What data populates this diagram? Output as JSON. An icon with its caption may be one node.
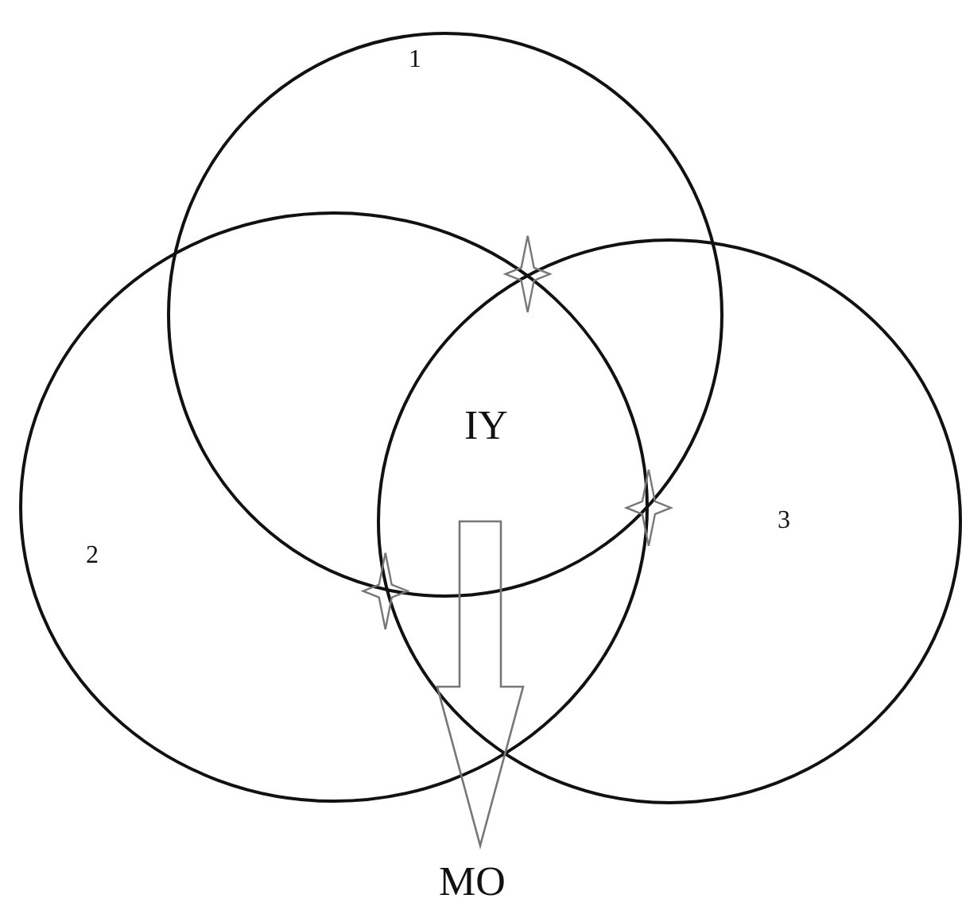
{
  "diagram": {
    "nodes": [
      {
        "text": [
          "1"
        ]
      },
      {
        "text": [
          "2"
        ]
      },
      {
        "text": [
          "3"
        ]
      },
      {
        "text": [
          "IY"
        ]
      },
      {
        "text": [
          "MO"
        ]
      }
    ],
    "edges": [
      {
        "from": 3,
        "to": 4,
        "arrow": "to"
      },
      {
        "from": 1,
        "to": 2,
        "arrow": "both"
      },
      {
        "from": 0,
        "to": 2,
        "arrow": "both"
      },
      {
        "from": 0,
        "to": 1,
        "arrow": "both"
      }
    ]
  }
}
